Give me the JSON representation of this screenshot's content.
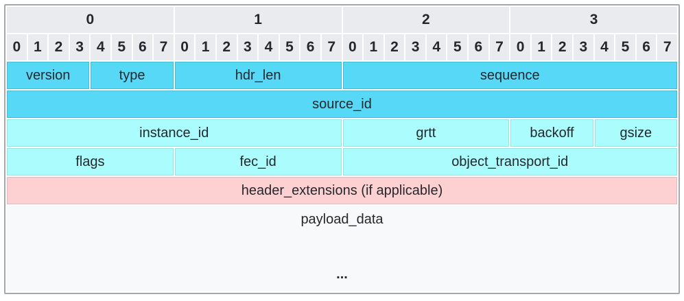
{
  "table": {
    "byte_headers": [
      "0",
      "1",
      "2",
      "3"
    ],
    "bits": [
      "0",
      "1",
      "2",
      "3",
      "4",
      "5",
      "6",
      "7",
      "0",
      "1",
      "2",
      "3",
      "4",
      "5",
      "6",
      "7",
      "0",
      "1",
      "2",
      "3",
      "4",
      "5",
      "6",
      "7",
      "0",
      "1",
      "2",
      "3",
      "4",
      "5",
      "6",
      "7"
    ],
    "rows": [
      {
        "cells": [
          {
            "label": "version"
          },
          {
            "label": "type"
          },
          {
            "label": "hdr_len"
          },
          {
            "label": "sequence"
          }
        ]
      },
      {
        "cells": [
          {
            "label": "source_id"
          }
        ]
      },
      {
        "cells": [
          {
            "label": "instance_id"
          },
          {
            "label": "grtt"
          },
          {
            "label": "backoff"
          },
          {
            "label": "gsize"
          }
        ]
      },
      {
        "cells": [
          {
            "label": "flags"
          },
          {
            "label": "fec_id"
          },
          {
            "label": "object_transport_id"
          }
        ]
      },
      {
        "cells": [
          {
            "label": "header_extensions (if applicable)"
          }
        ]
      }
    ],
    "payload": {
      "label": "payload_data",
      "ellipsis": "..."
    }
  },
  "colors": {
    "header_bg": "#e9ebee",
    "field_blue": "#57d8f6",
    "field_cyan": "#aafcfd",
    "extension_pink": "#fdd0d1",
    "payload_bg": "#f8f9fa",
    "outer_border": "#a6a9ac",
    "text": "#24282c"
  }
}
